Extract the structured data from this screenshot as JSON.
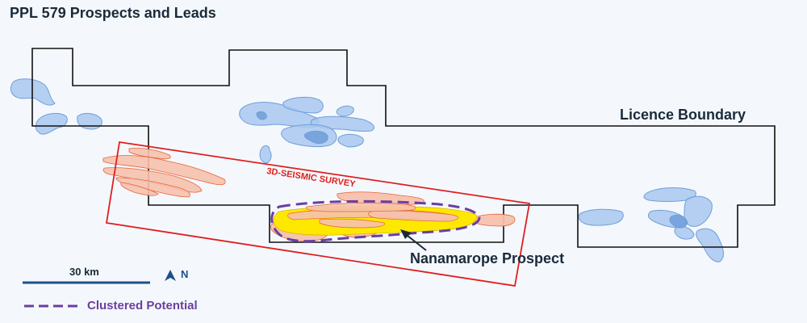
{
  "map": {
    "title": "PPL 579 Prospects and Leads",
    "labels": {
      "licence_boundary": "Licence Boundary",
      "seismic_survey": "3D-SEISMIC SURVEY",
      "prospect": "Nanamarope Prospect"
    },
    "scale_bar": {
      "label": "30 km"
    },
    "north_arrow": {
      "label": "N"
    },
    "legend": {
      "items": [
        {
          "label": "Clustered Potential",
          "style": "dashed-line"
        }
      ]
    },
    "colors": {
      "boundary": "#111111",
      "seismic_survey": "#e01e1e",
      "leads_fill": "#f6c1ad",
      "leads_stroke": "#e8623a",
      "prospect_fill": "#ffe800",
      "clustered_potential": "#6a3fa0",
      "blue_features": "#a9c8f0",
      "scale_bar": "#1e4f8a"
    }
  }
}
